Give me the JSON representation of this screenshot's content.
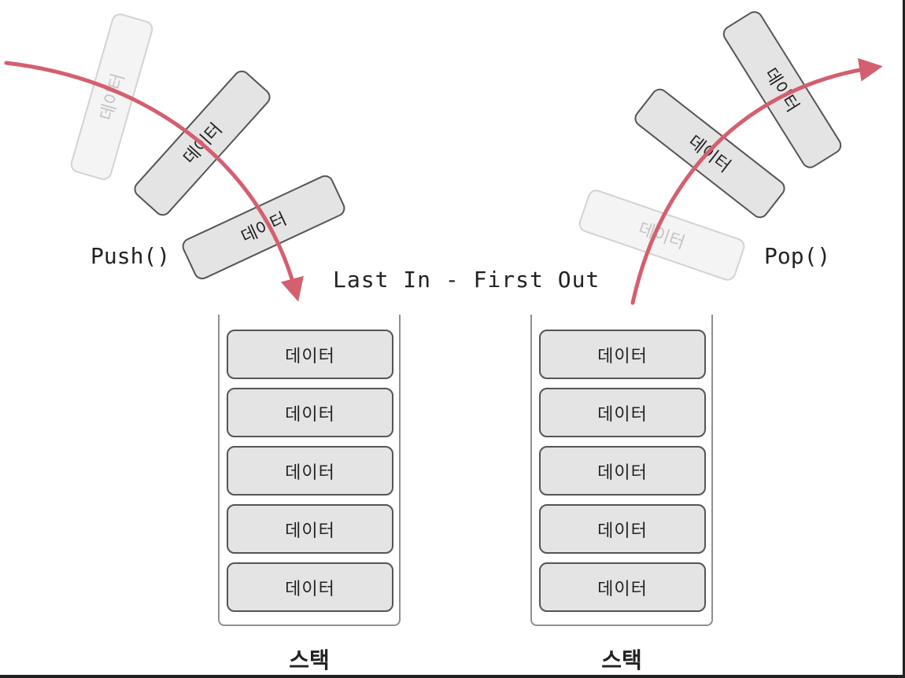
{
  "item_label": "데이터",
  "operations": {
    "push": "Push()",
    "pop": "Pop()"
  },
  "principle": "Last In - First Out",
  "stacks": [
    {
      "label": "스택",
      "items": [
        "데이터",
        "데이터",
        "데이터",
        "데이터",
        "데이터"
      ]
    },
    {
      "label": "스택",
      "items": [
        "데이터",
        "데이터",
        "데이터",
        "데이터",
        "데이터"
      ]
    }
  ],
  "colors": {
    "arrow": "#d45f6f",
    "box_fill": "#e4e4e4",
    "box_stroke": "#555555",
    "faded_fill": "#f2f2f2",
    "faded_stroke": "#cfcfcf",
    "text": "#222222"
  }
}
